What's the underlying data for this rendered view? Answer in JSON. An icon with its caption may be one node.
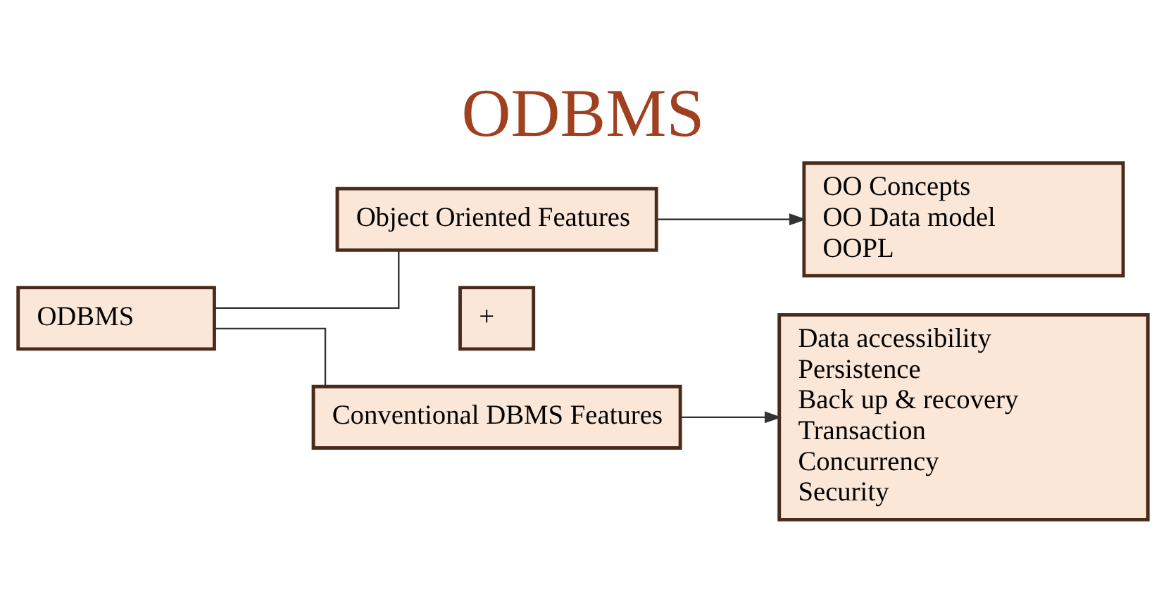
{
  "diagram": {
    "title": "ODBMS",
    "nodes": [
      {
        "text": [
          "Object Oriented Features"
        ]
      },
      {
        "text": [
          "OO Concepts",
          "OO Data model",
          "OOPL"
        ]
      },
      {
        "text": [
          "ODBMS"
        ]
      },
      {
        "text": [
          "+"
        ]
      },
      {
        "text": [
          "Conventional DBMS Features"
        ]
      },
      {
        "text": [
          "Data accessibility",
          "Persistence",
          "Back up & recovery",
          "Transaction",
          "Concurrency",
          "Security"
        ]
      }
    ],
    "edges": [
      {
        "from": 0,
        "to": 1,
        "arrow": "to"
      },
      {
        "from": 2,
        "to": 0,
        "arrow": "none"
      },
      {
        "from": 2,
        "to": 4,
        "arrow": "none"
      },
      {
        "from": 4,
        "to": 5,
        "arrow": "to"
      }
    ]
  }
}
